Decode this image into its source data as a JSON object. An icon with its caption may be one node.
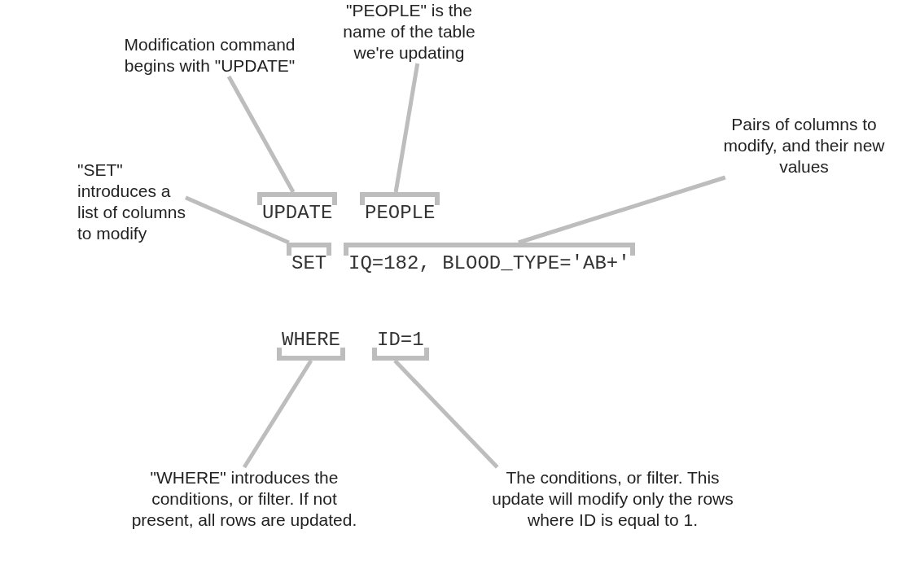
{
  "diagram": {
    "nodes": [
      {
        "text": [
          "Modification command begins with \"UPDATE\""
        ]
      },
      {
        "text": [
          "\"PEOPLE\" is the name of the table we're updating"
        ]
      },
      {
        "text": [
          "Pairs of columns to modify, and their new values"
        ]
      },
      {
        "text": [
          "\"SET\" introduces a list of columns to modify"
        ]
      },
      {
        "text": [
          "UPDATE"
        ]
      },
      {
        "text": [
          "PEOPLE"
        ]
      },
      {
        "text": [
          "SET"
        ]
      },
      {
        "text": [
          "IQ=182, BLOOD_TYPE='AB+'"
        ]
      },
      {
        "text": [
          "WHERE"
        ]
      },
      {
        "text": [
          "ID=1"
        ]
      },
      {
        "text": [
          "\"WHERE\" introduces the conditions, or filter. If not present, all rows are updated."
        ]
      },
      {
        "text": [
          "The conditions, or filter. This update will modify only the rows where ID is equal to 1."
        ]
      }
    ],
    "edges": [
      {
        "from": 0,
        "to": 4,
        "arrow": "none"
      },
      {
        "from": 1,
        "to": 5,
        "arrow": "none"
      },
      {
        "from": 2,
        "to": 7,
        "arrow": "none"
      },
      {
        "from": 3,
        "to": 6,
        "arrow": "none"
      },
      {
        "from": 10,
        "to": 8,
        "arrow": "none"
      },
      {
        "from": 11,
        "to": 9,
        "arrow": "none"
      }
    ]
  }
}
